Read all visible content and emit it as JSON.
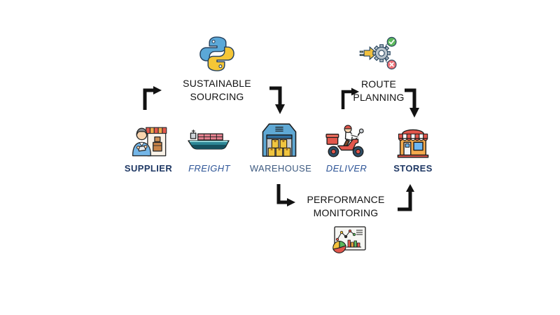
{
  "stages": [
    {
      "id": "supplier",
      "label": "SUPPLIER",
      "style": "bold",
      "icon": "supplier-shop-person"
    },
    {
      "id": "freight",
      "label": "FREIGHT",
      "style": "italic",
      "icon": "cargo-ship"
    },
    {
      "id": "warehouse",
      "label": "WAREHOUSE",
      "style": "regular",
      "icon": "warehouse-building-with-boxes"
    },
    {
      "id": "deliver",
      "label": "DELIVER",
      "style": "italic",
      "icon": "delivery-scooter-rider"
    },
    {
      "id": "stores",
      "label": "STORES",
      "style": "bold",
      "icon": "storefront-awning"
    }
  ],
  "processes": [
    {
      "id": "sustainable-sourcing",
      "line1": "SUSTAINABLE",
      "line2": "SOURCING",
      "icon": "python-logo"
    },
    {
      "id": "route-planning",
      "line1": "ROUTE",
      "line2": "PLANNING",
      "icon": "gear-with-check-and-cross"
    },
    {
      "id": "performance-monitoring",
      "line1": "PERFORMANCE",
      "line2": "MONITORING",
      "icon": "analytics-board-charts"
    }
  ],
  "arrows": [
    {
      "id": "supplier-up-right",
      "shape": "up-then-right"
    },
    {
      "id": "sourcing-right-down",
      "shape": "right-then-down"
    },
    {
      "id": "planning-up-right",
      "shape": "up-then-right"
    },
    {
      "id": "planning-right-down",
      "shape": "right-then-down"
    },
    {
      "id": "warehouse-down-right",
      "shape": "down-then-right"
    },
    {
      "id": "stores-right-up",
      "shape": "right-then-up"
    }
  ],
  "colors": {
    "background": "#ffffff",
    "arrow": "#121212",
    "process_text": "#111111",
    "stage_bold_text": "#1f3864",
    "stage_italic_text": "#2e5597",
    "stage_regular_text": "#3d5a80",
    "python_blue": "#5ba8d8",
    "python_yellow": "#f5c636",
    "accent_red": "#e2574c",
    "accent_orange": "#f2a93b",
    "accent_green": "#5cb85c",
    "teal_hull": "#2e8796",
    "warehouse_blue": "#5fa8d4",
    "box_yellow": "#f0c53f"
  }
}
